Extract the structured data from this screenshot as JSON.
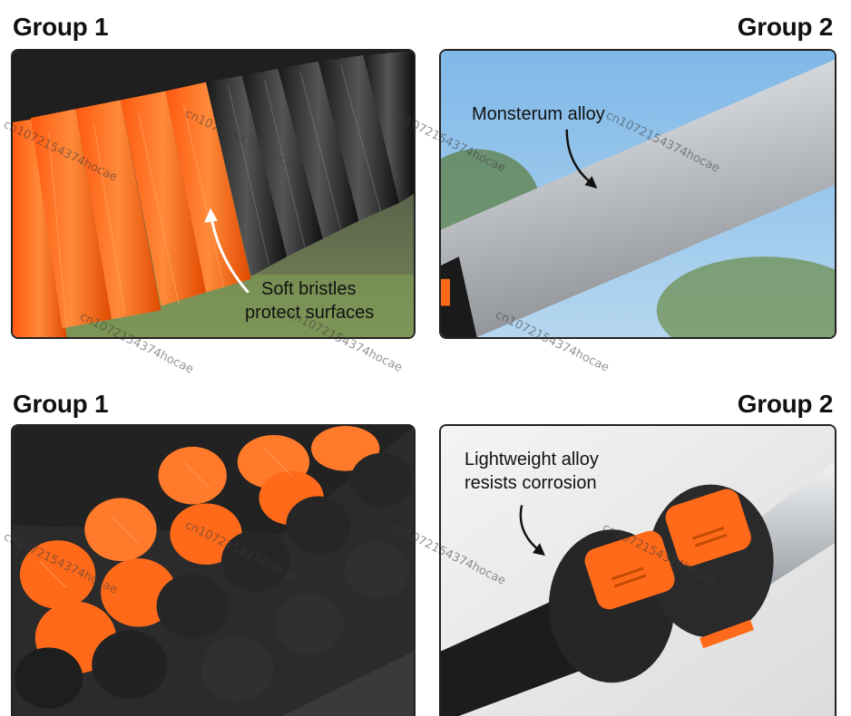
{
  "sections": {
    "top_left_title": "Group 1",
    "top_right_title": "Group 2",
    "bottom_left_title": "Group 1",
    "bottom_right_title": "Group 2"
  },
  "captions": {
    "bristles_line1": "Soft bristles",
    "bristles_line2": "protect surfaces",
    "alloy_top": "Monsterum alloy",
    "alloy_bottom_line1": "Lightweight alloy",
    "alloy_bottom_line2": "resists corrosion"
  },
  "watermark": "cn1072154374hocae",
  "colors": {
    "orange": "#ff6a1a",
    "black_bristle": "#2a2a2a",
    "silver": "#c9ccd0",
    "sky": "#8cc2ea"
  }
}
